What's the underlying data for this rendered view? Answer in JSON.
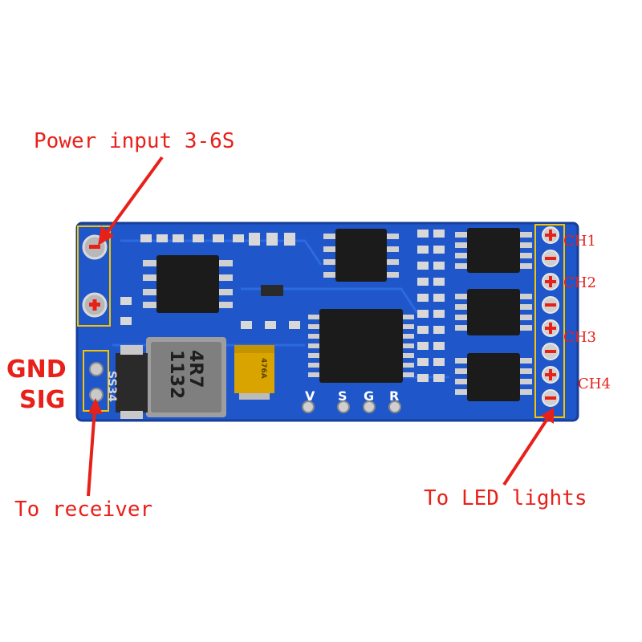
{
  "annotations": {
    "power_input": "Power input 3-6S",
    "to_receiver": "To receiver",
    "to_led_lights": "To LED lights",
    "gnd": "GND",
    "sig": "SIG"
  },
  "channels": [
    "CH1",
    "CH2",
    "CH3",
    "CH4"
  ],
  "silkscreen": {
    "pins": [
      "V",
      "S",
      "G",
      "R"
    ],
    "diode": "SS34",
    "inductor_line1": "4R7",
    "inductor_line2": "1132",
    "cap": "476A"
  },
  "colors": {
    "accent": "#e8201a",
    "pcb": "#1f56c9",
    "highlight_box": "#f4c400"
  }
}
